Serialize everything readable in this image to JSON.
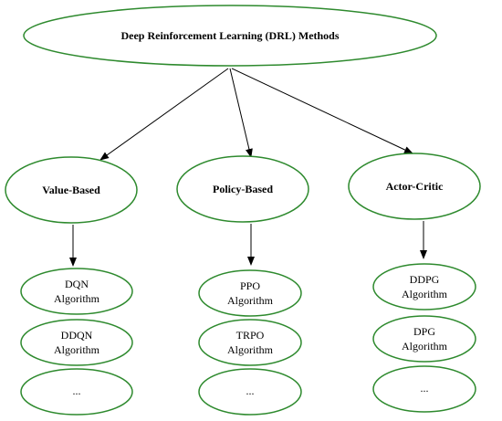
{
  "root": {
    "label": "Deep Reinforcement Learning (DRL) Methods"
  },
  "categories": [
    {
      "label": "Value-Based",
      "algorithms": [
        {
          "line1": "DQN",
          "line2": "Algorithm"
        },
        {
          "line1": "DDQN",
          "line2": "Algorithm"
        }
      ],
      "more": "..."
    },
    {
      "label": "Policy-Based",
      "algorithms": [
        {
          "line1": "PPO",
          "line2": "Algorithm"
        },
        {
          "line1": "TRPO",
          "line2": "Algorithm"
        }
      ],
      "more": "..."
    },
    {
      "label": "Actor-Critic",
      "algorithms": [
        {
          "line1": "DDPG",
          "line2": "Algorithm"
        },
        {
          "line1": "DPG",
          "line2": "Algorithm"
        }
      ],
      "more": "..."
    }
  ]
}
